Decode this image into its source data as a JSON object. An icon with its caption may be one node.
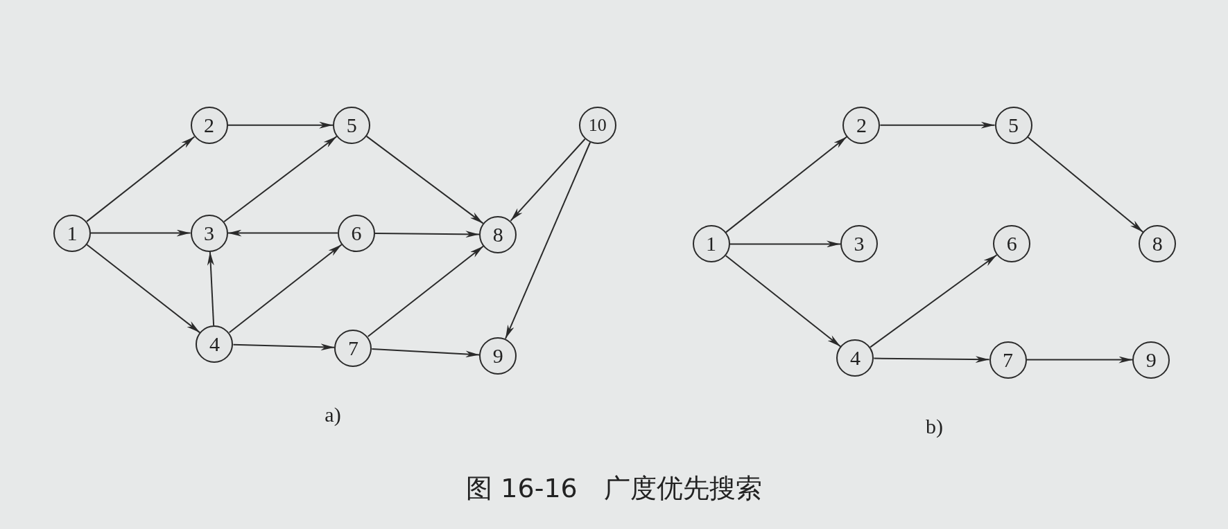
{
  "diagram": {
    "caption": "图 16-16　广度优先搜索",
    "nodes": [
      {
        "text": [
          "1"
        ]
      },
      {
        "text": [
          "2"
        ]
      },
      {
        "text": [
          "3"
        ]
      },
      {
        "text": [
          "4"
        ]
      },
      {
        "text": [
          "5"
        ]
      },
      {
        "text": [
          "6"
        ]
      },
      {
        "text": [
          "7"
        ]
      },
      {
        "text": [
          "8"
        ]
      },
      {
        "text": [
          "9"
        ]
      },
      {
        "text": [
          "10"
        ]
      },
      {
        "text": [
          "1"
        ]
      },
      {
        "text": [
          "2"
        ]
      },
      {
        "text": [
          "3"
        ]
      },
      {
        "text": [
          "4"
        ]
      },
      {
        "text": [
          "5"
        ]
      },
      {
        "text": [
          "6"
        ]
      },
      {
        "text": [
          "7"
        ]
      },
      {
        "text": [
          "8"
        ]
      },
      {
        "text": [
          "9"
        ]
      }
    ],
    "edges": [
      {
        "from": 0,
        "to": 1,
        "arrow": "to"
      },
      {
        "from": 0,
        "to": 2,
        "arrow": "to"
      },
      {
        "from": 0,
        "to": 3,
        "arrow": "to"
      },
      {
        "from": 1,
        "to": 4,
        "arrow": "to"
      },
      {
        "from": 2,
        "to": 4,
        "arrow": "to"
      },
      {
        "from": 5,
        "to": 2,
        "arrow": "to"
      },
      {
        "from": 3,
        "to": 2,
        "arrow": "to"
      },
      {
        "from": 3,
        "to": 5,
        "arrow": "to"
      },
      {
        "from": 3,
        "to": 6,
        "arrow": "to"
      },
      {
        "from": 4,
        "to": 7,
        "arrow": "to"
      },
      {
        "from": 5,
        "to": 7,
        "arrow": "to"
      },
      {
        "from": 6,
        "to": 7,
        "arrow": "to"
      },
      {
        "from": 6,
        "to": 8,
        "arrow": "to"
      },
      {
        "from": 9,
        "to": 7,
        "arrow": "to"
      },
      {
        "from": 9,
        "to": 8,
        "arrow": "to"
      },
      {
        "from": 10,
        "to": 11,
        "arrow": "to"
      },
      {
        "from": 10,
        "to": 12,
        "arrow": "to"
      },
      {
        "from": 10,
        "to": 13,
        "arrow": "to"
      },
      {
        "from": 11,
        "to": 14,
        "arrow": "to"
      },
      {
        "from": 14,
        "to": 17,
        "arrow": "to"
      },
      {
        "from": 13,
        "to": 15,
        "arrow": "to"
      },
      {
        "from": 13,
        "to": 16,
        "arrow": "to"
      },
      {
        "from": 16,
        "to": 18,
        "arrow": "to"
      }
    ],
    "labels": [
      "a)",
      "b)"
    ]
  }
}
